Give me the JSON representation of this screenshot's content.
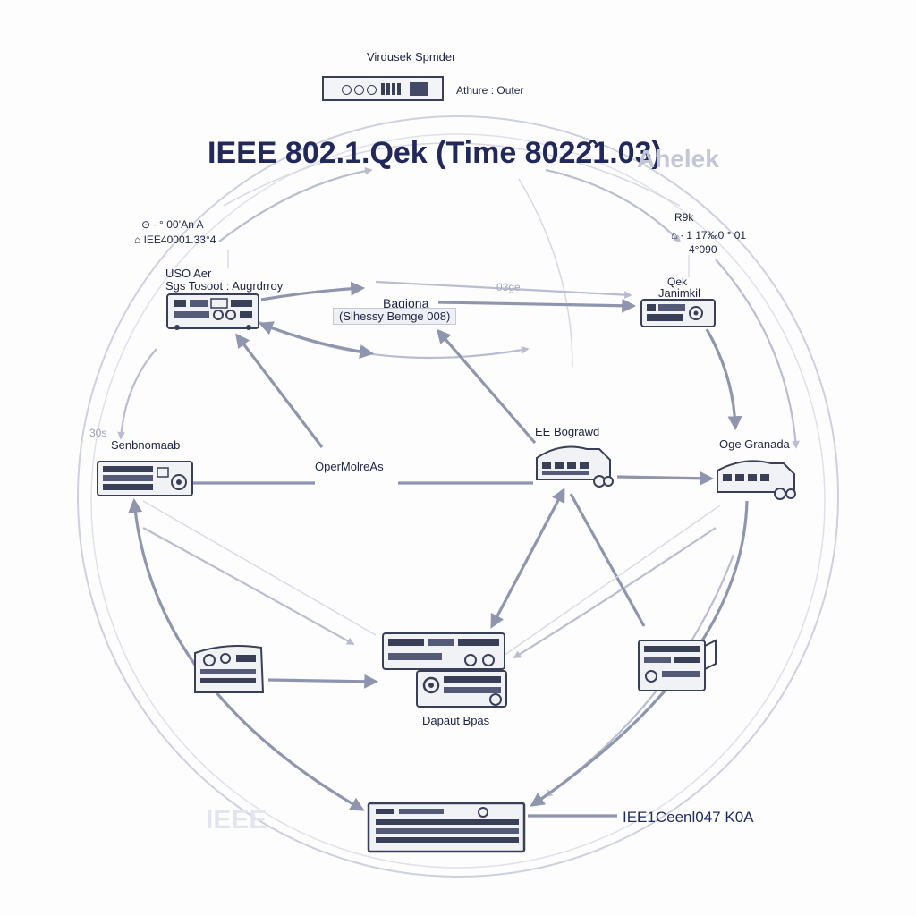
{
  "header": {
    "top_label": "Virdusek Spmder",
    "legend_label": "Athure : Outer",
    "title": "IEEE 802.1.Qek (Time 8022̂1.03)",
    "title_faded": "Ahelek",
    "watermark": "IEEE"
  },
  "annotations": {
    "top_left_line1": "⊙  ∙  ° 00’An  A",
    "top_left_line2": "⌂ IEE40001.33°4",
    "top_right_line1": "R9k",
    "top_right_line2": "⌂ ∙  1 17‰0 ° 01",
    "top_right_line3": "4°090",
    "side_left": "30s",
    "center_faded": "03ge"
  },
  "nodes": {
    "usa": {
      "label_line1": "USO Aer",
      "label_line2": "Sgs Tosoot : Augrdrroy"
    },
    "bagiona": {
      "label_line1": "Bagiona",
      "label_line2": "(Slhessy Bemge 008)"
    },
    "janimkil": {
      "label_line1": "Qek",
      "label_line2": "Janimkil"
    },
    "senbnomaab": {
      "label": "Senbnomaab"
    },
    "center": {
      "label": "OperMolreAs"
    },
    "ee_bus": {
      "label": "EE Bograwd"
    },
    "oge_granada": {
      "label": "Oge Granada"
    },
    "dapaut_bpas": {
      "label": "Dapaut Bpas"
    },
    "bottom_switch": {
      "label": "IEE1Ceenl047 K0A"
    }
  },
  "colors": {
    "ink": "#1e2340",
    "arrow": "#8f95ac",
    "ring": "#c6c9d8",
    "device_body": "#f1f2f6",
    "device_panel": "#3a3f58"
  }
}
